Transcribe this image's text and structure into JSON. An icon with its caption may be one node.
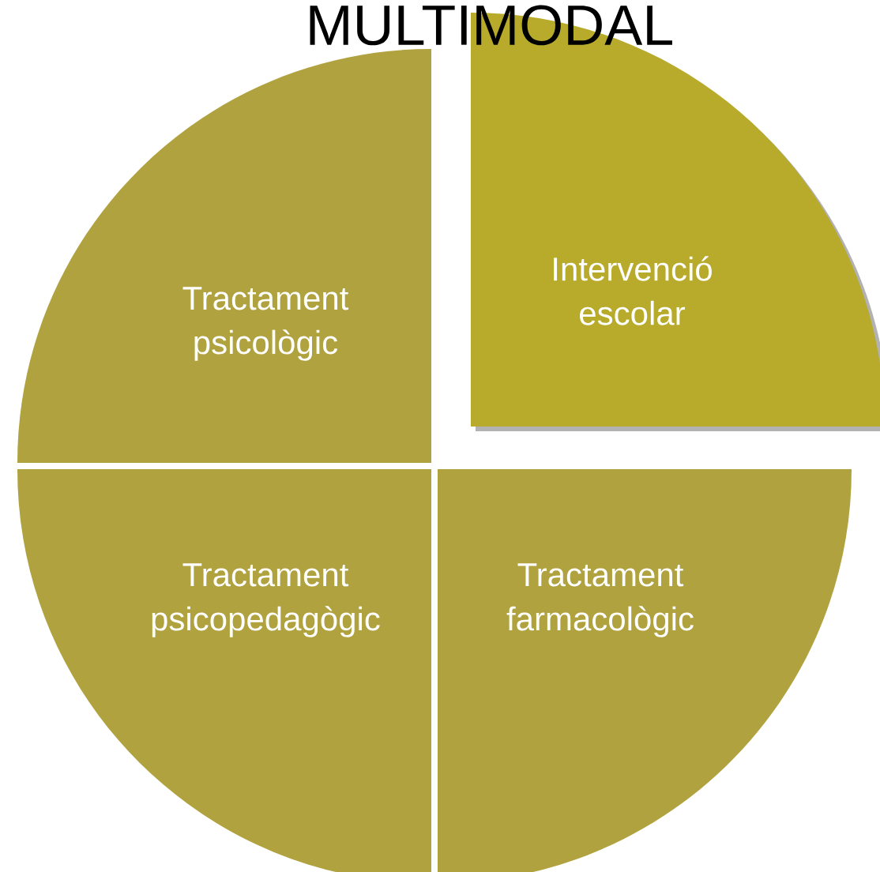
{
  "diagram": {
    "title": "MULTIMODAL",
    "nodes": [
      {
        "text": [
          "Tractament psicològic"
        ]
      },
      {
        "text": [
          "Intervenció escolar"
        ]
      },
      {
        "text": [
          "Tractament psicopedagògic"
        ]
      },
      {
        "text": [
          "Tractament farmacològic"
        ]
      }
    ]
  }
}
